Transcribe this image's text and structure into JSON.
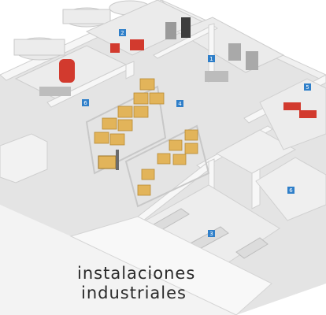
{
  "caption": {
    "line1": "instalaciones",
    "line2": "industriales"
  },
  "zones": [
    {
      "label": "1"
    },
    {
      "label": "2"
    },
    {
      "label": "3"
    },
    {
      "label": "4"
    },
    {
      "label": "5"
    },
    {
      "label": "6"
    },
    {
      "label": "6"
    }
  ],
  "colors": {
    "wall": "#f4f4f4",
    "wall_shadow": "#d9d9d9",
    "floor": "#e6e6e6",
    "badge": "#2f7fc9",
    "crate": "#e2b45a",
    "rack": "#c8c8c8",
    "machine_red": "#d23a2e"
  }
}
